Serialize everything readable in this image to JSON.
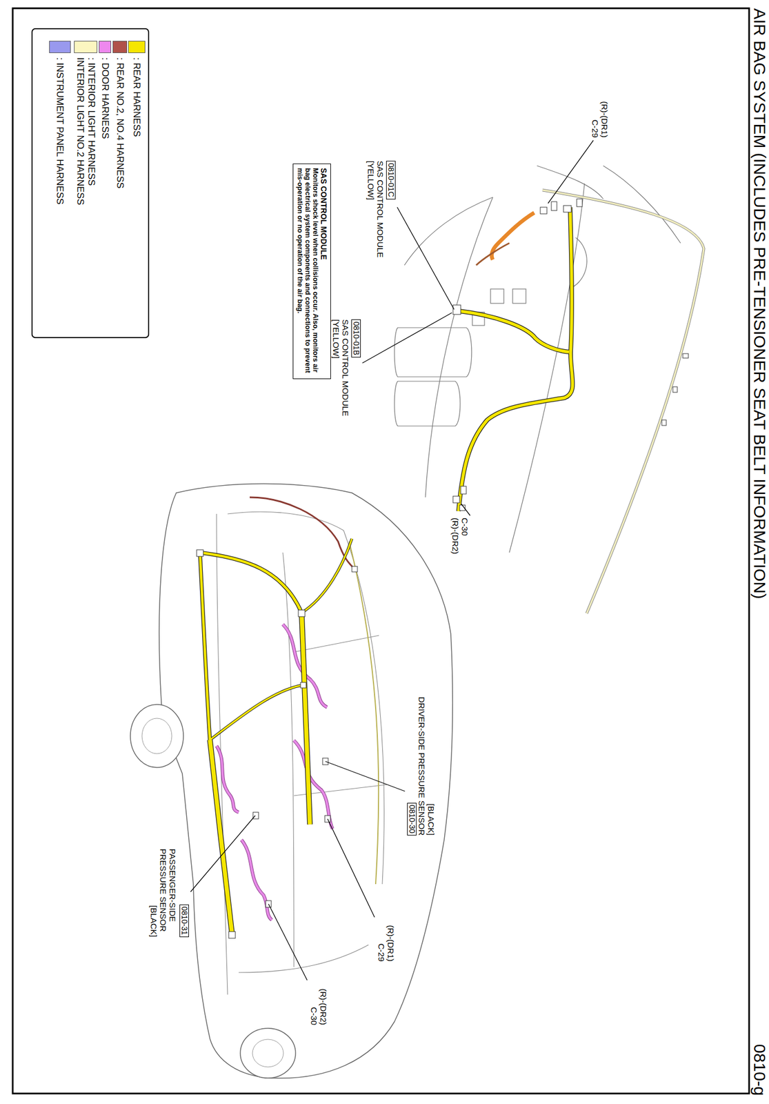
{
  "diagram": {
    "title": "AIR BAG SYSTEM (INCLUDES PRE-TENSIONER SEAT BELT INFORMATION)",
    "nodes": [
      {
        "text": [
          "0810-01C"
        ]
      },
      {
        "text": [
          "SAS CONTROL MODULE",
          "Monitors shock level when collisions occur. Also, monitors air bag electrical system components and connections to prevent mis-operation or no operation of the air bag."
        ]
      },
      {
        "text": [
          "0810-01B"
        ]
      },
      {
        "text": [
          "0810-30"
        ]
      },
      {
        "text": [
          "0810-31"
        ]
      }
    ],
    "labels": [
      "0810-g",
      "(R)-(DR1)",
      "C-29",
      "SAS CONTROL MODULE",
      "[YELLOW]",
      "SAS CONTROL MODULE",
      "[YELLOW]",
      "C-30",
      "(R)-(DR2)",
      "[BLACK]",
      "DRIVER-SIDE PRESSURE SENSOR",
      "(R)-(DR1)",
      "C-29",
      "PASSENGER-SIDE PRESSURE SENSOR",
      "[BLACK]",
      "(R)-(DR2)",
      "C-30"
    ],
    "legend": [
      {
        "text": ": REAR HARNESS",
        "color": "#f5e600"
      },
      {
        "text": ": REAR NO.2, NO.4 HARNESS",
        "color": "#b0524a"
      },
      {
        "text": ": DOOR HARNESS",
        "color": "#ee88ee"
      },
      {
        "text": ": INTERIOR LIGHT HARNESS INTERIOR LIGHT NO.2 HARNESS",
        "color": "#fbf6c0"
      },
      {
        "text": ": INSTRUMENT PANEL HARNESS",
        "color": "#9999ee"
      }
    ]
  }
}
